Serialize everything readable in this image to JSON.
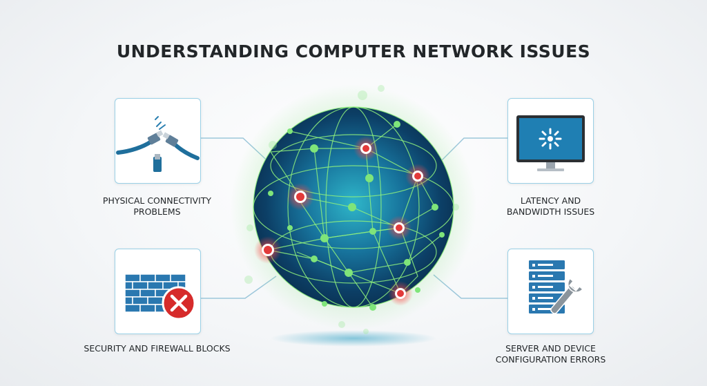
{
  "title": "UNDERSTANDING COMPUTER NETWORK ISSUES",
  "issues": [
    {
      "label_line1": "PHYSICAL CONNECTIVITY",
      "label_line2": "PROBLEMS",
      "icon": "broken-cable-icon"
    },
    {
      "label_line1": "LATENCY AND",
      "label_line2": "BANDWIDTH ISSUES",
      "icon": "monitor-loading-icon"
    },
    {
      "label_line1": "SECURITY AND FIREWALL BLOCKS",
      "label_line2": "",
      "icon": "firewall-blocked-icon"
    },
    {
      "label_line1": "SERVER AND DEVICE",
      "label_line2": "CONFIGURATION ERRORS",
      "icon": "server-wrench-icon"
    }
  ],
  "colors": {
    "accent_blue": "#1f6f9c",
    "node_green": "#5fd35a",
    "alert_red": "#e23a3a",
    "card_border": "#9ad0e6"
  }
}
